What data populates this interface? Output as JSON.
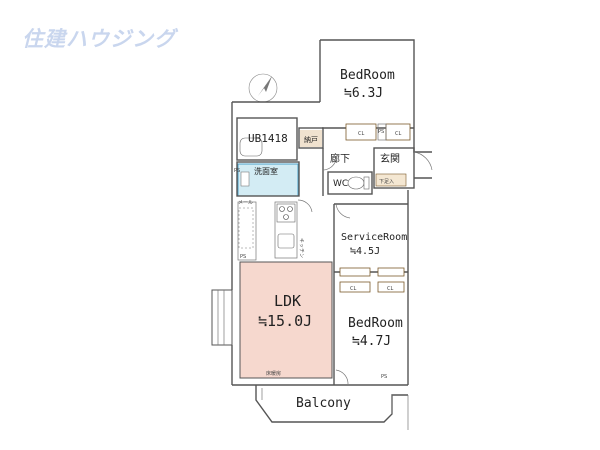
{
  "watermark": "住建ハウジング",
  "rooms": {
    "bedroom_top": {
      "name": "BedRoom",
      "size": "≒6.3J"
    },
    "service_room": {
      "name": "ServiceRoom",
      "size": "≒4.5J"
    },
    "ldk": {
      "name": "LDK",
      "size": "≒15.0J"
    },
    "bedroom_bottom": {
      "name": "BedRoom",
      "size": "≒4.7J"
    },
    "balcony": {
      "name": "Balcony"
    }
  },
  "labels": {
    "ub": "UB1418",
    "storage": "納戸",
    "hallway": "廊下",
    "entrance": "玄関",
    "washroom": "洗面室",
    "wc": "WC",
    "shoe_box": "下足入",
    "cl": "CL",
    "ps": "PS",
    "mail": "メール",
    "kitchen_note": "キッチン",
    "floor_heating": "床暖房"
  },
  "colors": {
    "ldk_fill": "#f6d8ce",
    "wall": "#555555",
    "storage_fill": "#f0e2cf",
    "washroom_fill": "#d3ecf4",
    "accent_border": "#4aa0c8"
  }
}
